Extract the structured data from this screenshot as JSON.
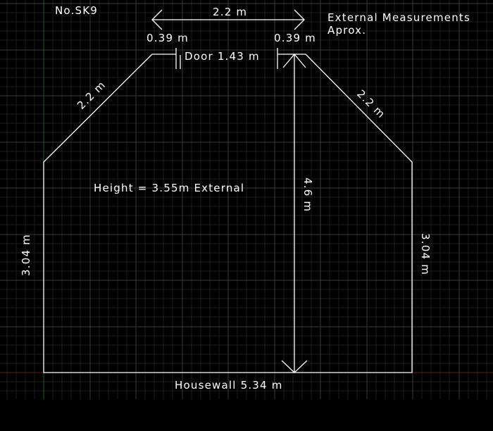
{
  "drawing": {
    "id_label": "No.SK9",
    "note_line1": "External Measurements",
    "note_line2": "Aprox."
  },
  "dimensions": {
    "top_width": "2.2 m",
    "left_offset": "0.39 m",
    "right_offset": "0.39 m",
    "door": "Door 1.43 m",
    "left_diagonal": "2.2 m",
    "right_diagonal": "2.2 m",
    "depth": "4.6 m",
    "left_wall": "3.04 m",
    "right_wall": "3.04 m",
    "housewall": "Housewall 5.34 m",
    "height": "Height = 3.55m External"
  },
  "colors": {
    "background": "#000000",
    "grid_fine": "#1d1d1d",
    "grid_major": "#3a3a3a",
    "lines": "#ffffff",
    "axis_y": "#1f5a1f",
    "axis_x": "#5a1f1f"
  }
}
